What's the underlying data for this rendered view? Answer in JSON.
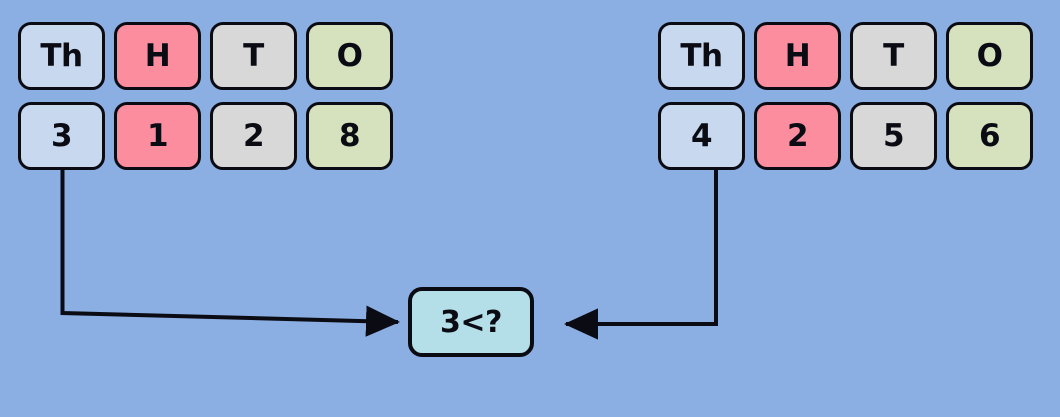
{
  "background_color": "#8BAFE3",
  "left_grid": {
    "name": "left-place-value-chart",
    "headers": [
      "Th",
      "H",
      "T",
      "O"
    ],
    "digits": [
      "3",
      "1",
      "2",
      "8"
    ],
    "colors": [
      "#C7D8EF",
      "#FB8D9F",
      "#D8D8D8",
      "#D6E2BE"
    ],
    "number": "3128"
  },
  "right_grid": {
    "name": "right-place-value-chart",
    "headers": [
      "Th",
      "H",
      "T",
      "O"
    ],
    "digits": [
      "4",
      "2",
      "5",
      "6"
    ],
    "colors": [
      "#C7D8EF",
      "#FB8D9F",
      "#D8D8D8",
      "#D6E2BE"
    ],
    "number": "4256"
  },
  "comparison": {
    "label": "3<?",
    "fill_color": "#B4DEE8",
    "border_color": "#0B0B14"
  },
  "connectors": [
    {
      "name": "left-connector",
      "from": "left-thousands-digit",
      "to": "comparison-box",
      "arrow": "right"
    },
    {
      "name": "right-connector",
      "from": "right-thousands-digit",
      "to": "comparison-box",
      "arrow": "left"
    }
  ]
}
